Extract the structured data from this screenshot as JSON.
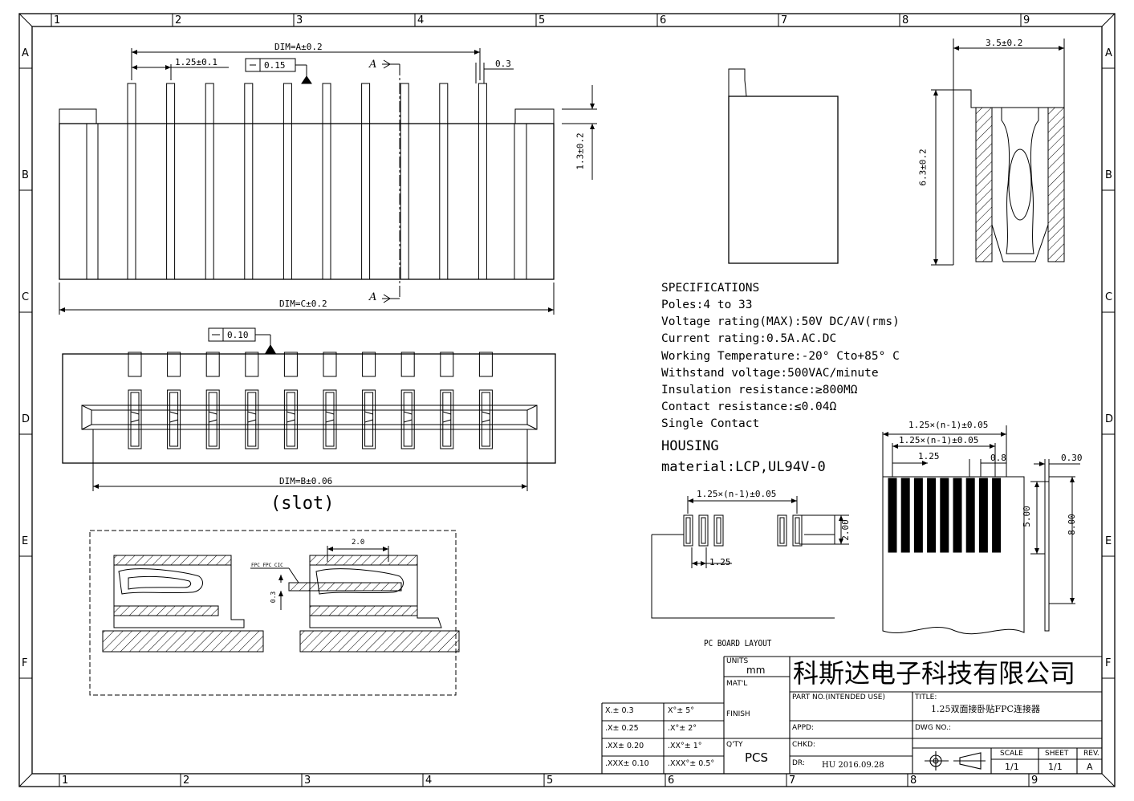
{
  "frame": {
    "col_numbers_top": [
      "1",
      "2",
      "3",
      "4",
      "5",
      "6",
      "7",
      "8",
      "9"
    ],
    "col_numbers_bottom": [
      "1",
      "2",
      "3",
      "4",
      "5",
      "6",
      "7",
      "8",
      "9"
    ],
    "row_letters": [
      "A",
      "B",
      "C",
      "D",
      "E",
      "F"
    ]
  },
  "front_view": {
    "dim_a": "DIM=A±0.2",
    "pitch": "1.25±0.1",
    "flatness": "0.15",
    "pin_width": "0.3",
    "section_mark": "A",
    "height": "1.3±0.2",
    "dim_c": "DIM=C±0.2"
  },
  "slot_view": {
    "flatness": "0.10",
    "dim_b": "DIM=B±0.06",
    "slot_label": "(slot)"
  },
  "side_view": {
    "width": "3.5±0.2",
    "height": "6.3±0.2"
  },
  "specifications": {
    "heading": "SPECIFICATIONS",
    "lines": [
      "Poles:4 to 33",
      "Voltage rating(MAX):50V DC/AV(rms)",
      "Current rating:0.5A.AC.DC",
      "Working Temperature:-20° Cto+85° C",
      "Withstand voltage:500VAC/minute",
      "Insulation resistance:≥800MΩ",
      "Contact resistance:≤0.04Ω",
      "Single Contact"
    ],
    "housing_heading": "HOUSING",
    "housing_material": "material:LCP,UL94V-0"
  },
  "section_view": {
    "dim_2_0": "2.0",
    "fpc_label": "FPC FPC CIC",
    "dim_0_3": "0.3"
  },
  "pcb_layout": {
    "span": "1.25×(n-1)±0.05",
    "pitch": "1.25",
    "pad_len": "2.00",
    "caption": "PC BOARD LAYOUT"
  },
  "fpc_layout": {
    "span_outer": "1.25×(n-1)±0.05",
    "span_inner": "1.25×(n-1)±0.05",
    "pitch": "1.25",
    "finger_w": "0.8",
    "thickness": "0.30",
    "finger_len": "5.00",
    "total_len": "8.00"
  },
  "title_block": {
    "units_label": "UNITS",
    "units_value": "mm",
    "matl_label": "MAT'L",
    "finish_label": "FINISH",
    "qty_label": "Q'TY",
    "qty_value": "PCS",
    "company": "科斯达电子科技有限公司",
    "part_no_label": "PART NO.(INTENDED USE)",
    "title_label": "TITLE:",
    "title_value": "1.25双面接卧贴FPC连接器",
    "appd_label": "APPD:",
    "dwg_no_label": "DWG NO.:",
    "chkd_label": "CHKD:",
    "dr_label": "DR:",
    "dr_value": "HU 2016.09.28",
    "scale_label": "SCALE",
    "scale_value": "1/1",
    "sheet_label": "SHEET",
    "sheet_value": "1/1",
    "rev_label": "REV.",
    "rev_value": "A",
    "tolerances": [
      [
        "X.± 0.3",
        "X°± 5°"
      ],
      [
        ".X± 0.25",
        ".X°± 2°"
      ],
      [
        ".XX± 0.20",
        ".XX°± 1°"
      ],
      [
        ".XXX± 0.10",
        ".XXX°± 0.5°"
      ]
    ]
  }
}
